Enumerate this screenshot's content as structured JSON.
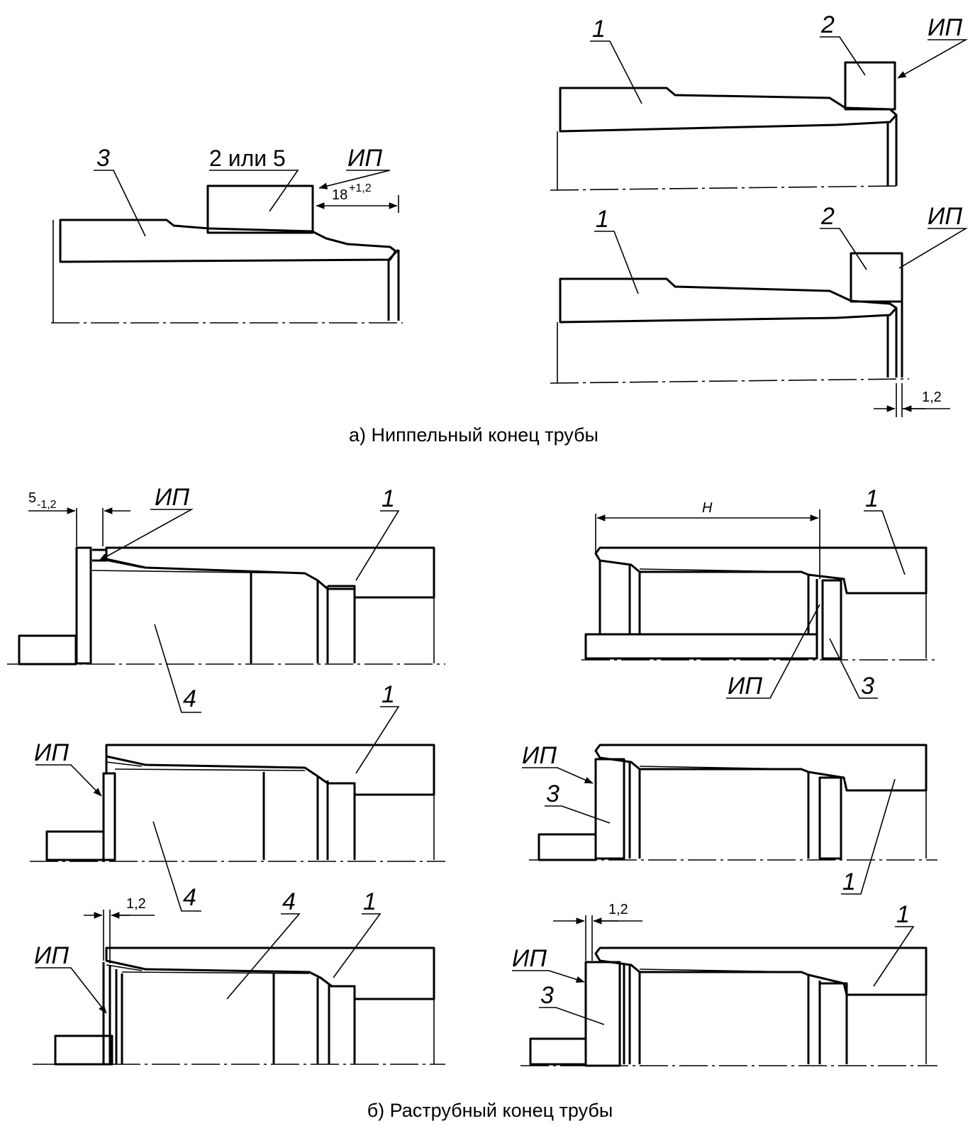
{
  "labels": {
    "n1": "1",
    "n2": "2",
    "n3": "3",
    "n4": "4",
    "n2or5": "2 или 5",
    "ip": "ИП"
  },
  "dimensions": {
    "d18_base": "18",
    "d18_tol": "+1,2",
    "d12": "1,2",
    "d5_base": "5",
    "d5_tol": "-1,2",
    "dH": "H"
  },
  "captions": {
    "nipple": "а) Ниппельный конец трубы",
    "socket": "б) Раструбный конец трубы"
  }
}
